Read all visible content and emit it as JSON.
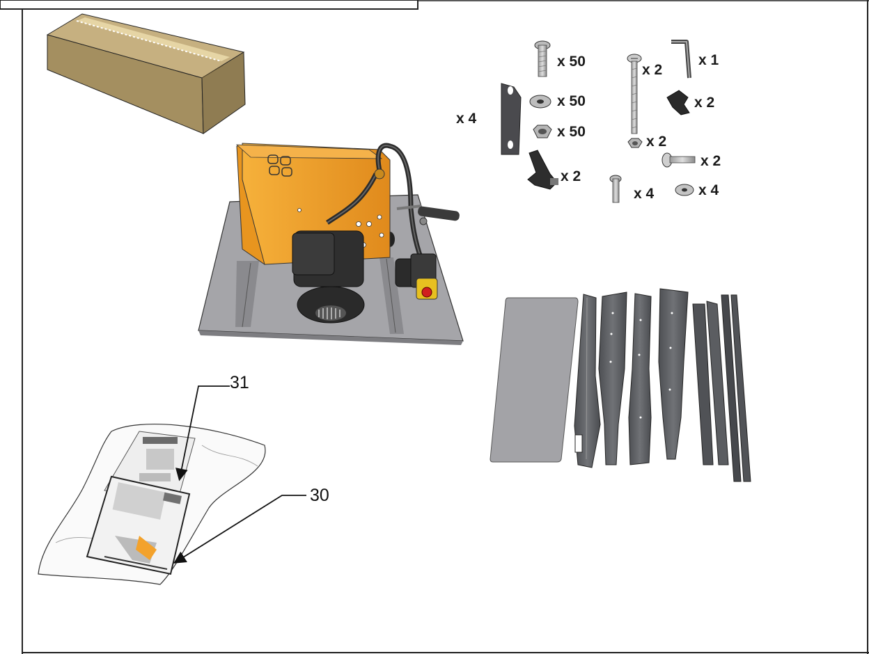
{
  "parts": {
    "bolt_long": "x 50",
    "washer_large": "x 50",
    "nut": "x 50",
    "bracket": "x 4",
    "lever_handle": "x 2",
    "screw_long": "x 2",
    "hex_key": "x 1",
    "knob": "x 2",
    "nut_small": "x 2",
    "carriage_bolt": "x 2",
    "bolt_short": "x 4",
    "washer_small": "x 4"
  },
  "callouts": {
    "manual": "30",
    "parts_list": "31"
  },
  "colors": {
    "frame": "#222222",
    "box": "#b29d6e",
    "saw_housing": "#f3a22c",
    "steel": "#5d5f63",
    "plate": "#9c9ca0",
    "motor": "#2b2b2b"
  }
}
